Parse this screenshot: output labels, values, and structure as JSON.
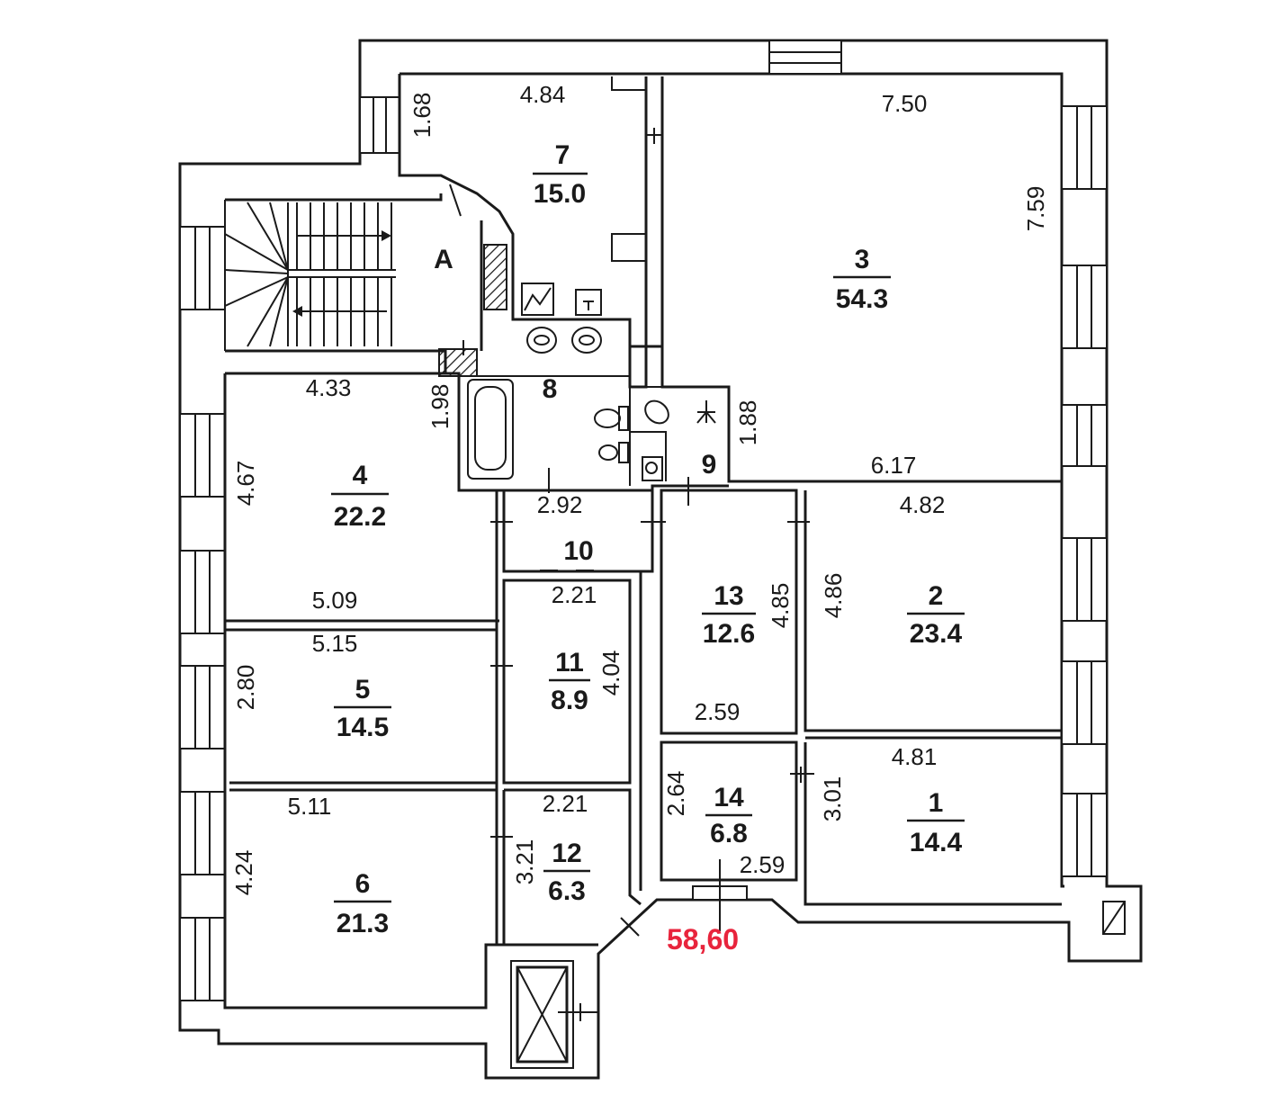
{
  "plan": {
    "stair_label": "A",
    "total_area": "58,60",
    "rooms": [
      {
        "num": "1",
        "area": "14.4"
      },
      {
        "num": "2",
        "area": "23.4"
      },
      {
        "num": "3",
        "area": "54.3"
      },
      {
        "num": "4",
        "area": "22.2"
      },
      {
        "num": "5",
        "area": "14.5"
      },
      {
        "num": "6",
        "area": "21.3"
      },
      {
        "num": "7",
        "area": "15.0"
      },
      {
        "num": "8",
        "area": ""
      },
      {
        "num": "9",
        "area": ""
      },
      {
        "num": "10",
        "area": ""
      },
      {
        "num": "11",
        "area": "8.9"
      },
      {
        "num": "12",
        "area": "6.3"
      },
      {
        "num": "13",
        "area": "12.6"
      },
      {
        "num": "14",
        "area": "6.8"
      }
    ],
    "dimensions": [
      "4.84",
      "1.68",
      "7.50",
      "7.59",
      "4.33",
      "1.98",
      "4.67",
      "1.88",
      "6.17",
      "2.92",
      "4.82",
      "5.09",
      "2.21",
      "4.85",
      "4.86",
      "5.15",
      "4.04",
      "2.80",
      "2.59",
      "4.81",
      "5.11",
      "2.21",
      "2.64",
      "3.01",
      "3.21",
      "2.59",
      "4.24"
    ]
  }
}
